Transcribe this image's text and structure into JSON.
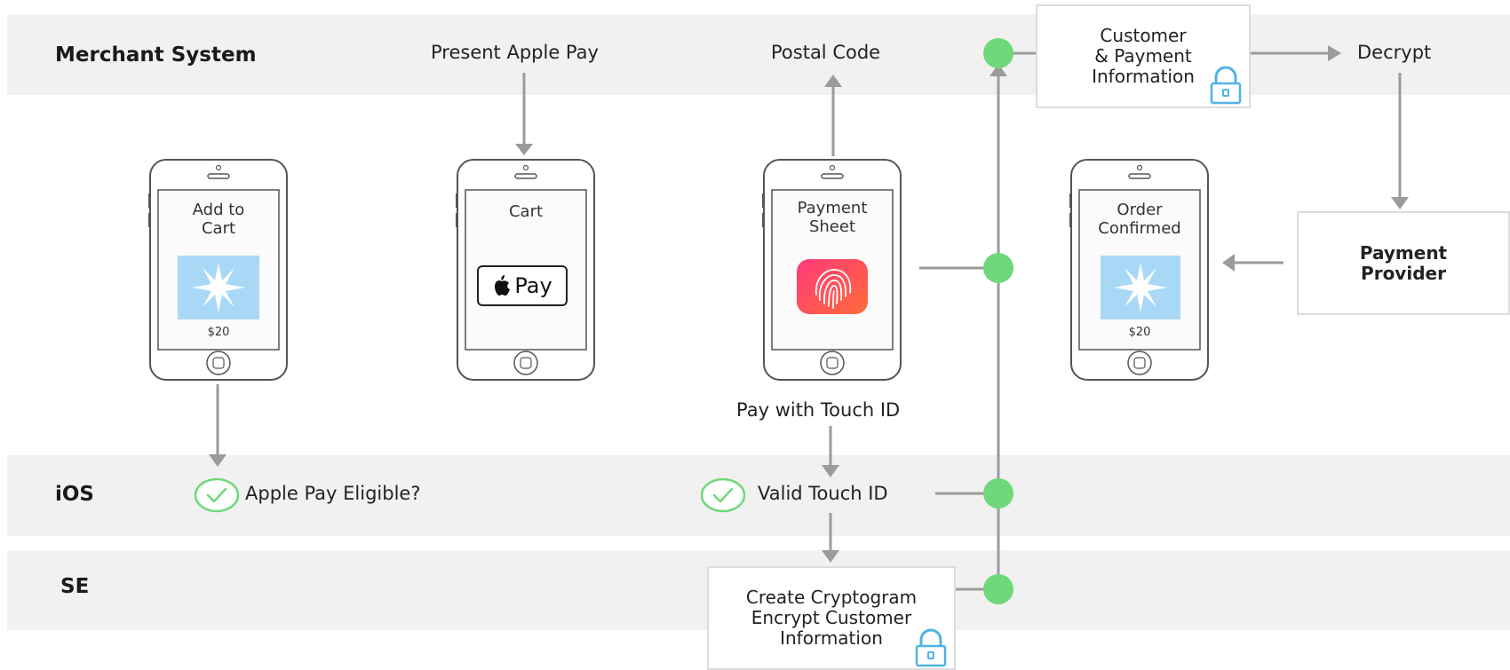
{
  "lanes": {
    "merchant": "Merchant System",
    "ios": "iOS",
    "se": "SE"
  },
  "flow": {
    "present_apple_pay": "Present Apple Pay",
    "postal_code": "Postal Code",
    "customer_payment_info": [
      "Customer",
      "& Payment",
      "Information"
    ],
    "decrypt": "Decrypt",
    "payment_provider": [
      "Payment",
      "Provider"
    ],
    "pay_with_touch_id": "Pay with Touch ID",
    "apple_pay_eligible": "Apple Pay Eligible?",
    "valid_touch_id": "Valid Touch ID",
    "create_cryptogram": [
      "Create Cryptogram",
      "Encrypt Customer",
      "Information"
    ]
  },
  "phones": {
    "add_to_cart": {
      "title": [
        "Add to",
        "Cart"
      ],
      "price": "$20"
    },
    "cart": {
      "title": [
        "Cart"
      ],
      "apple_pay_button": "Pay"
    },
    "payment_sheet": {
      "title": [
        "Payment",
        "Sheet"
      ]
    },
    "order_confirmed": {
      "title": [
        "Order",
        "Confirmed"
      ],
      "price": "$20"
    }
  },
  "icons": {
    "lock": "lock-icon",
    "check": "checkmark-circle-icon",
    "fingerprint": "fingerprint-icon",
    "star": "starburst-icon",
    "apple": "apple-logo-icon"
  },
  "colors": {
    "node": "#6fd87a",
    "check": "#6fd87a",
    "arrow": "#9b9b9b",
    "lane_band": "#f1f1f1",
    "product_tile": "#a8d8f5",
    "lock": "#4fb3e8",
    "touch_id_gradient_start": "#ff3a7a",
    "touch_id_gradient_end": "#ff6a3a"
  }
}
